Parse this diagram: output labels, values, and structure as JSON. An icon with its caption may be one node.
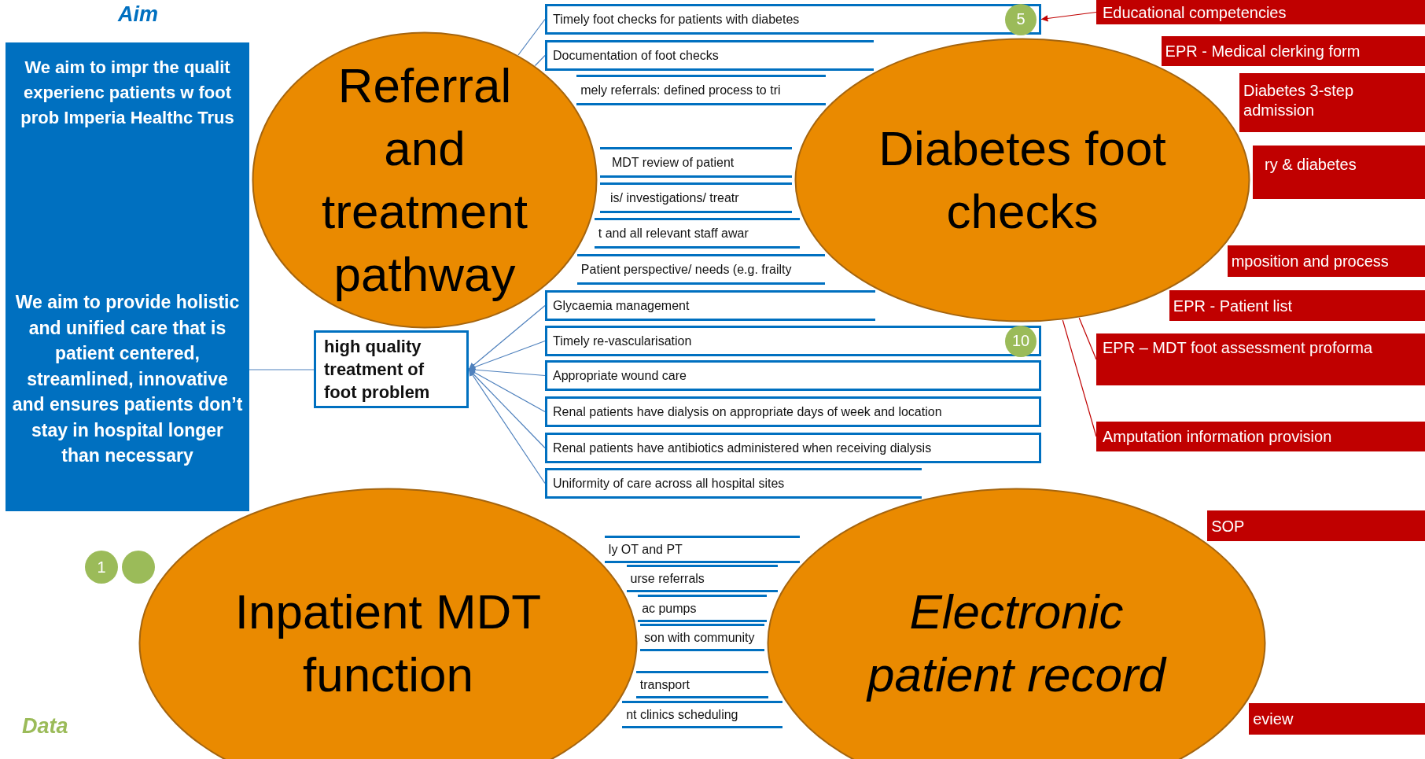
{
  "diagram": {
    "nodes": [
      {
        "text": [
          "We aim to impr the qualit experienc patients w foot prob Imperia Healthc Trus",
          "We aim to provide holistic and unified care that is patient centered, streamlined, innovative and ensures patients don’t stay in hospital longer than necessary"
        ]
      },
      {
        "text": [
          "1"
        ]
      },
      {
        "text": [],
        "shape": "circle"
      },
      {
        "text": [
          "high quality treatment of foot problem"
        ]
      },
      {
        "text": [
          "Timely foot checks for patients with diabetes"
        ]
      },
      {
        "text": [
          "5"
        ],
        "in": 4
      },
      {
        "text": [
          "Documentation of foot checks"
        ]
      },
      {
        "text": [
          "mely referrals: defined process to tri"
        ]
      },
      {
        "text": [
          "MDT review of patient"
        ]
      },
      {
        "text": [
          "is/ investigations/ treatr"
        ]
      },
      {
        "text": [
          "t and all relevant staff awar"
        ]
      },
      {
        "text": [
          "Patient perspective/ needs (e.g. frailty"
        ]
      },
      {
        "text": [
          "Glycaemia management"
        ]
      },
      {
        "text": [
          "Timely re-vascularisation"
        ]
      },
      {
        "text": [
          "10"
        ],
        "in": 13
      },
      {
        "text": [
          "Appropriate wound care"
        ]
      },
      {
        "text": [
          "Renal patients have dialysis on appropriate days of week and location"
        ]
      },
      {
        "text": [
          "Renal patients have antibiotics administered when receiving dialysis"
        ]
      },
      {
        "text": [
          "Uniformity of care across all hospital sites"
        ]
      },
      {
        "text": [
          "ly OT and PT"
        ]
      },
      {
        "text": [
          "urse referrals"
        ]
      },
      {
        "text": [
          "ac pumps"
        ]
      },
      {
        "text": [
          "son with community"
        ]
      },
      {
        "text": [
          "transport"
        ]
      },
      {
        "text": [
          "nt clinics scheduling"
        ]
      },
      {
        "text": [
          "Educational competencies"
        ]
      },
      {
        "text": [
          "EPR - Medical clerking form"
        ]
      },
      {
        "text": [
          "Diabetes 3-step admission"
        ]
      },
      {
        "text": [
          "ry & diabetes"
        ]
      },
      {
        "text": [
          "mposition and process"
        ]
      },
      {
        "text": [
          "EPR - Patient list"
        ]
      },
      {
        "text": [
          "EPR – MDT foot assessment proforma"
        ]
      },
      {
        "text": [
          "Amputation information provision"
        ]
      },
      {
        "text": [
          "SOP"
        ]
      },
      {
        "text": [
          "eview"
        ]
      },
      {
        "text": [
          "Referral and treatment pathway"
        ]
      },
      {
        "text": [
          "Diabetes foot checks"
        ]
      },
      {
        "text": [
          "Inpatient MDT function"
        ]
      },
      {
        "text": [
          "Electronic patient record"
        ]
      }
    ],
    "edges": [
      {
        "from": 0,
        "to": 3,
        "arrow": "none"
      },
      {
        "from": 35,
        "to": 4,
        "arrow": "none"
      },
      {
        "from": 35,
        "to": 6,
        "arrow": "none"
      },
      {
        "from": 12,
        "to": 3,
        "arrow": "to"
      },
      {
        "from": 13,
        "to": 3,
        "arrow": "to"
      },
      {
        "from": 15,
        "to": 3,
        "arrow": "to"
      },
      {
        "from": 16,
        "to": 3,
        "arrow": "to"
      },
      {
        "from": 17,
        "to": 3,
        "arrow": "to"
      },
      {
        "from": 18,
        "to": 3,
        "arrow": "to"
      },
      {
        "from": 25,
        "to": 4,
        "arrow": "to",
        "color": "#c00000"
      },
      {
        "from": 31,
        "to": 36,
        "arrow": "none",
        "color": "#c00000"
      },
      {
        "from": 32,
        "to": 36,
        "arrow": "none",
        "color": "#c00000"
      }
    ],
    "labels": [
      "Aim",
      "Data"
    ]
  }
}
